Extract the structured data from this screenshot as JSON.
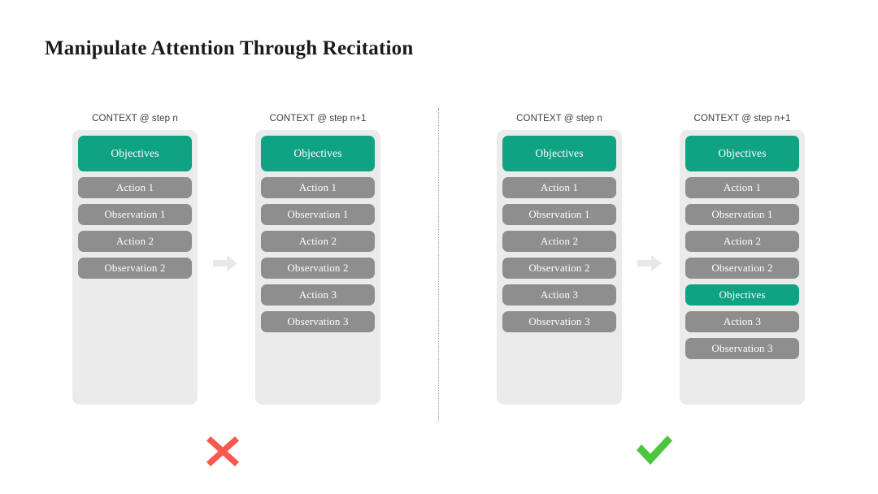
{
  "slide": {
    "title": "Manipulate Attention Through Recitation"
  },
  "colors": {
    "objectives_green": "#0fa383",
    "step_gray": "#8e8e8e",
    "stack_background": "#ebebeb",
    "arrow_gray": "#e8e8e8",
    "cross_red": "#f7594d",
    "check_green": "#4cc63c",
    "divider_gray": "#9b9b9b",
    "title_black": "#1a1a1a"
  },
  "divider": {
    "style": "dotted-vertical"
  },
  "columns": [
    {
      "id": "col-1",
      "label": "CONTEXT @ step n",
      "side": "left",
      "blocks": [
        {
          "label": "Objectives",
          "kind": "objectives"
        },
        {
          "label": "Action 1",
          "kind": "step"
        },
        {
          "label": "Observation 1",
          "kind": "step"
        },
        {
          "label": "Action 2",
          "kind": "step"
        },
        {
          "label": "Observation 2",
          "kind": "step"
        }
      ]
    },
    {
      "id": "col-2",
      "label": "CONTEXT @ step n+1",
      "side": "left",
      "blocks": [
        {
          "label": "Objectives",
          "kind": "objectives"
        },
        {
          "label": "Action 1",
          "kind": "step"
        },
        {
          "label": "Observation 1",
          "kind": "step"
        },
        {
          "label": "Action 2",
          "kind": "step"
        },
        {
          "label": "Observation 2",
          "kind": "step"
        },
        {
          "label": "Action 3",
          "kind": "step"
        },
        {
          "label": "Observation 3",
          "kind": "step"
        }
      ]
    },
    {
      "id": "col-3",
      "label": "CONTEXT @ step n",
      "side": "right",
      "blocks": [
        {
          "label": "Objectives",
          "kind": "objectives"
        },
        {
          "label": "Action 1",
          "kind": "step"
        },
        {
          "label": "Observation 1",
          "kind": "step"
        },
        {
          "label": "Action 2",
          "kind": "step"
        },
        {
          "label": "Observation 2",
          "kind": "step"
        },
        {
          "label": "Action 3",
          "kind": "step"
        },
        {
          "label": "Observation 3",
          "kind": "step"
        }
      ]
    },
    {
      "id": "col-4",
      "label": "CONTEXT @ step n+1",
      "side": "right",
      "blocks": [
        {
          "label": "Objectives",
          "kind": "objectives"
        },
        {
          "label": "Action 1",
          "kind": "step"
        },
        {
          "label": "Observation 1",
          "kind": "step"
        },
        {
          "label": "Action 2",
          "kind": "step"
        },
        {
          "label": "Observation 2",
          "kind": "step"
        },
        {
          "label": "Objectives",
          "kind": "objectives"
        },
        {
          "label": "Action 3",
          "kind": "step"
        },
        {
          "label": "Observation 3",
          "kind": "step"
        }
      ]
    }
  ],
  "arrows": [
    {
      "id": "arrow-left",
      "icon": "arrow-right-icon"
    },
    {
      "id": "arrow-right",
      "icon": "arrow-right-icon"
    }
  ],
  "verdicts": [
    {
      "id": "verdict-cross",
      "icon": "cross-mark-icon",
      "meaning": "incorrect"
    },
    {
      "id": "verdict-check",
      "icon": "check-mark-icon",
      "meaning": "correct"
    }
  ]
}
